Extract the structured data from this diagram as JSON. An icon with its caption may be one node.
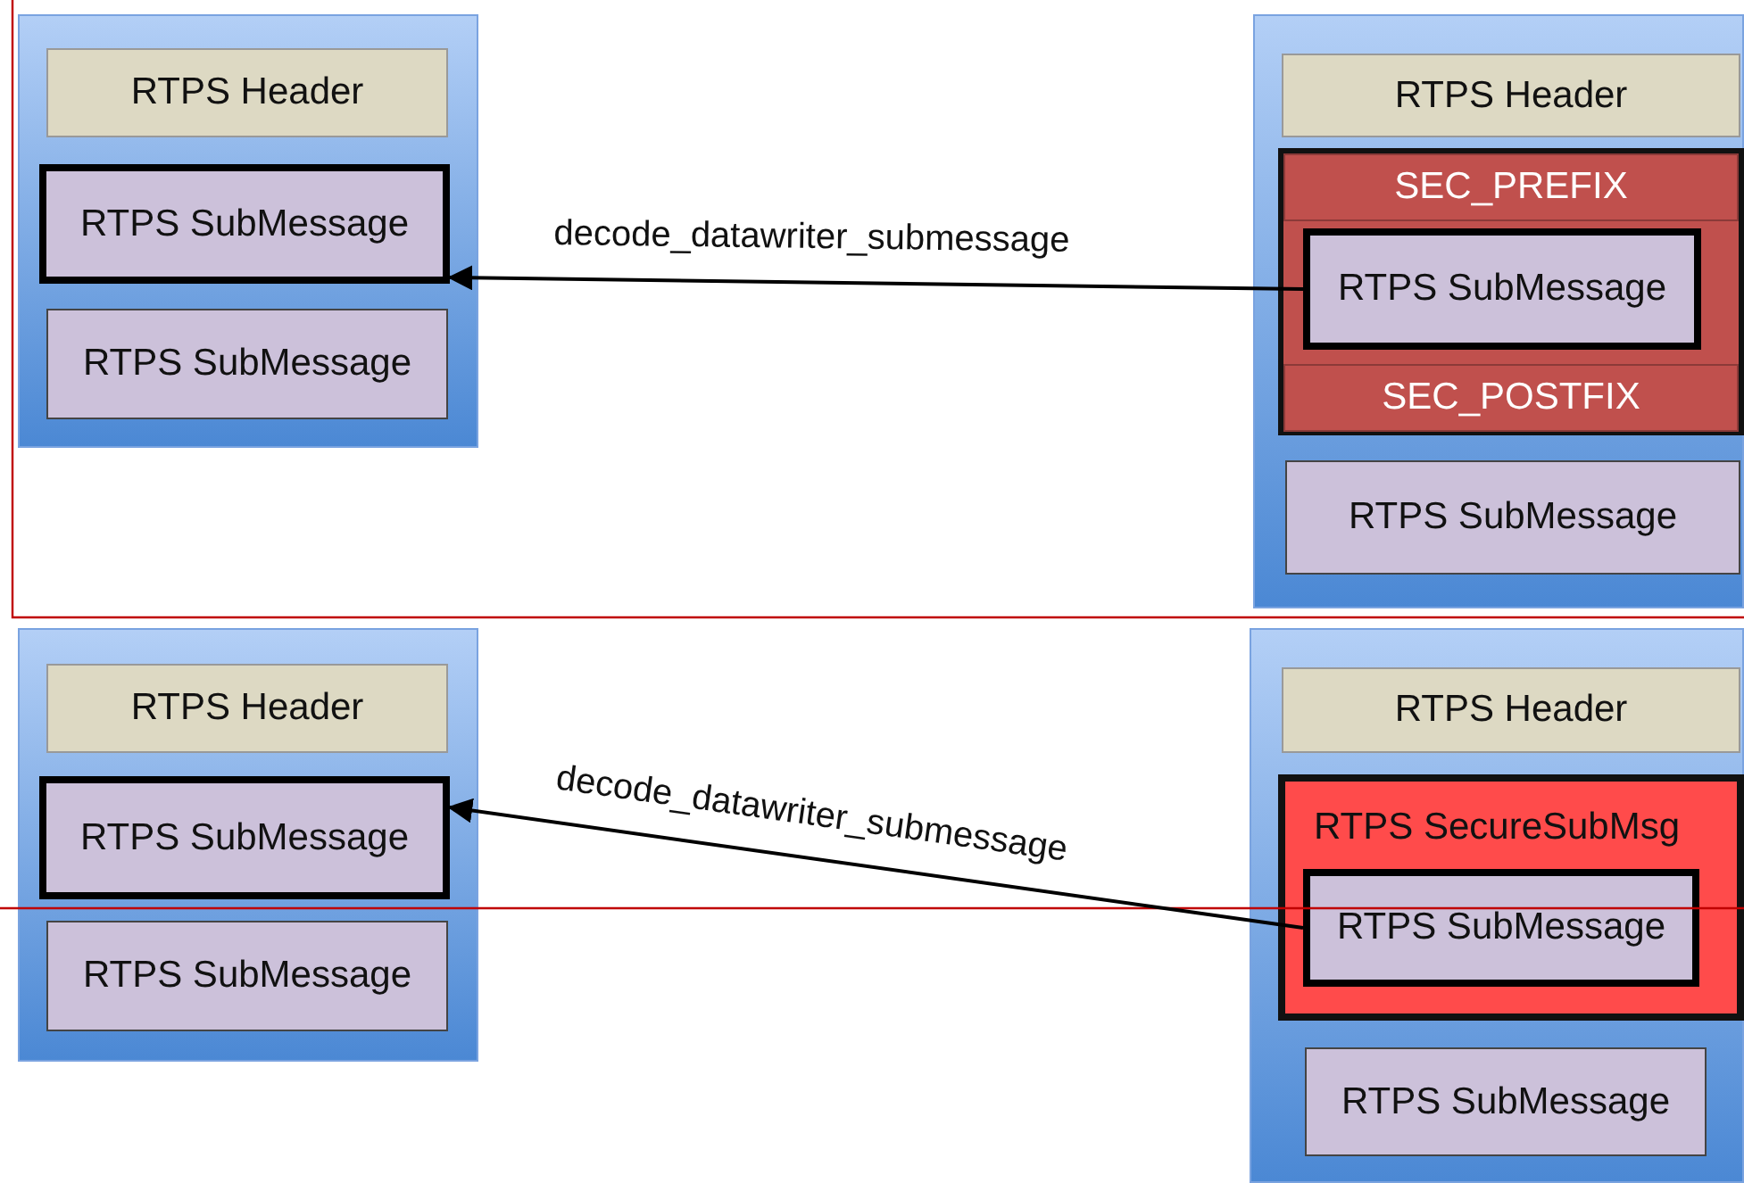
{
  "diagram": {
    "nodes": [
      {
        "text": [],
        "shape": "box"
      },
      {
        "text": [
          "RTPS Header"
        ],
        "in": 0
      },
      {
        "text": [
          "RTPS SubMessage"
        ],
        "in": 0
      },
      {
        "text": [
          "RTPS SubMessage"
        ],
        "in": 0
      },
      {
        "text": [],
        "shape": "box"
      },
      {
        "text": [
          "RTPS Header"
        ],
        "in": 4
      },
      {
        "text": [],
        "shape": "box",
        "in": 4
      },
      {
        "text": [
          "SEC_PREFIX"
        ],
        "in": 6
      },
      {
        "text": [
          "RTPS SubMessage"
        ],
        "in": 6
      },
      {
        "text": [
          "SEC_POSTFIX"
        ],
        "in": 6
      },
      {
        "text": [
          "RTPS SubMessage"
        ],
        "in": 4
      },
      {
        "text": [],
        "shape": "box"
      },
      {
        "text": [
          "RTPS Header"
        ],
        "in": 11
      },
      {
        "text": [
          "RTPS SubMessage"
        ],
        "in": 11
      },
      {
        "text": [
          "RTPS SubMessage"
        ],
        "in": 11
      },
      {
        "text": [],
        "shape": "box"
      },
      {
        "text": [
          "RTPS Header"
        ],
        "in": 15
      },
      {
        "text": [
          "RTPS SecureSubMsg"
        ],
        "in": 15
      },
      {
        "text": [
          "RTPS SubMessage"
        ],
        "in": 17
      },
      {
        "text": [
          "RTPS SubMessage"
        ],
        "in": 15
      }
    ],
    "edges": [
      {
        "from": 8,
        "to": 2,
        "arrow": "to",
        "label": "decode_datawriter_submessage"
      },
      {
        "from": 18,
        "to": 13,
        "arrow": "to",
        "label": "decode_datawriter_submessage"
      }
    ]
  }
}
